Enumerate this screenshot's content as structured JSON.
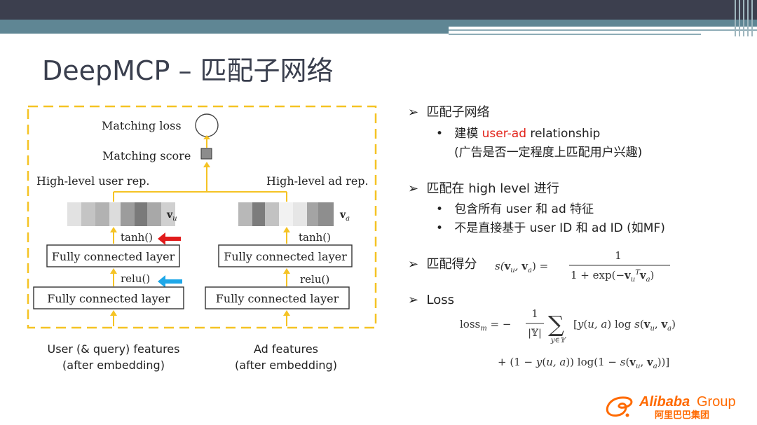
{
  "title": "DeepMCP – 匹配子网络",
  "diagram": {
    "matching_loss": "Matching loss",
    "matching_score": "Matching score",
    "high_user": "High-level user rep.",
    "high_ad": "High-level ad rep.",
    "v_user": "v",
    "v_user_sub": "u",
    "v_ad": "v",
    "v_ad_sub": "a",
    "tanh": "tanh()",
    "relu": "relu()",
    "fc": "Fully connected layer",
    "colors": {
      "dash": "#f5c324",
      "arrow": "#f5c324",
      "red_arrow": "#e11b1b",
      "blue_arrow": "#1ea7e8"
    }
  },
  "captions": {
    "user_line1": "User (& query) features",
    "user_line2": "(after embedding)",
    "ad_line1": "Ad features",
    "ad_line2": "(after embedding)"
  },
  "right": {
    "b1": "匹配子网络",
    "b1_sub1_pre": "建模 ",
    "b1_sub1_red": "user-ad",
    "b1_sub1_post": " relationship",
    "b1_sub2": "(广告是否一定程度上匹配用户兴趣)",
    "b2": "匹配在 high level 进行",
    "b2_sub1": "包含所有 user 和 ad 特征",
    "b2_sub2": "不是直接基于 user ID 和 ad ID (如MF)",
    "b3": "匹配得分",
    "b4": "Loss"
  },
  "formula": {
    "score_lhs": "s(v",
    "score_num": "1",
    "score_den": "1 + exp(−v",
    "loss_lhs": "loss",
    "loss_sub": "m",
    "loss_eq": "= −",
    "loss_frac_num": "1",
    "loss_frac_den": "|𝕐|",
    "loss_sum_sub": "y∈𝕐",
    "loss_term1": "[y(u, a) log s(v",
    "loss_line2": "+ (1 − y(u, a)) log(1 − s(v"
  },
  "logo": {
    "brand": "Alibaba",
    "group": "Group",
    "cn": "阿里巴巴集团"
  }
}
